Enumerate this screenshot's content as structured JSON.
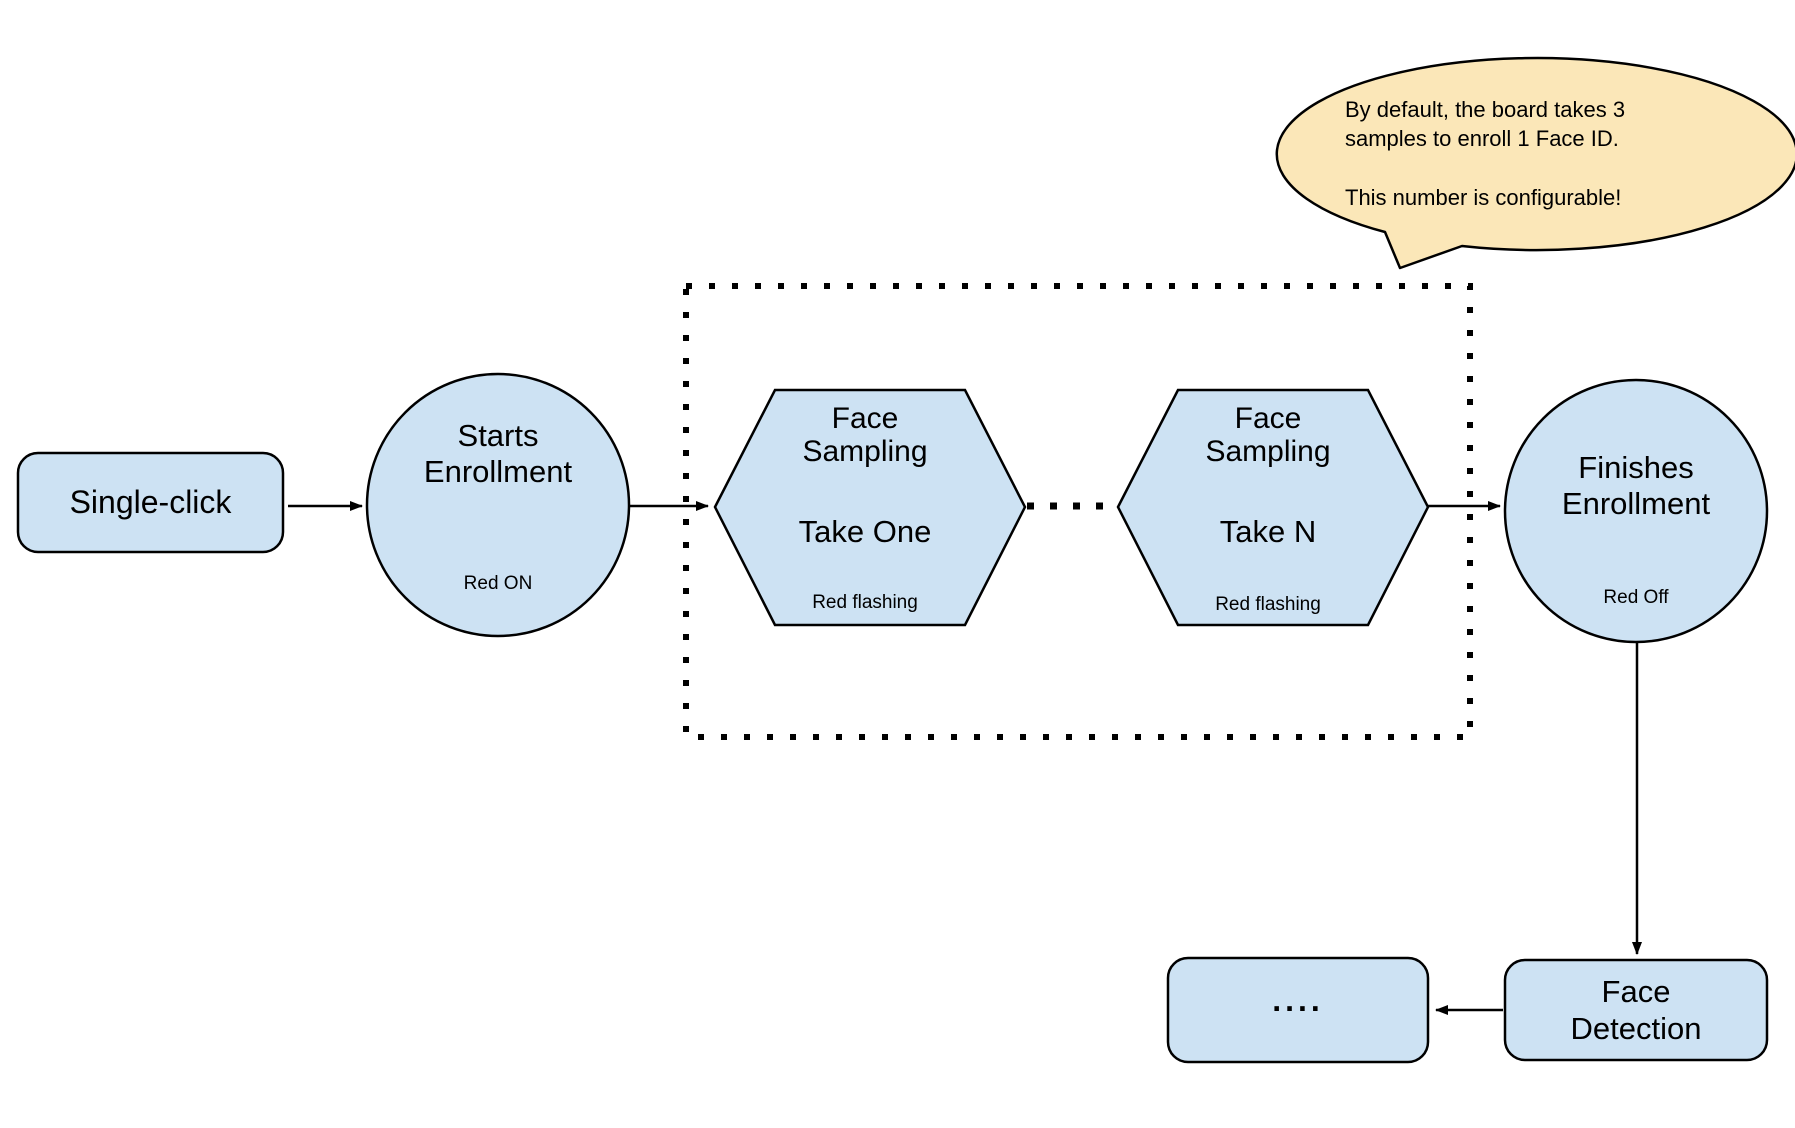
{
  "colors": {
    "background": "#ffffff",
    "node_fill": "#CDE2F3",
    "node_stroke": "#000000",
    "bubble_fill": "#FBE7B8",
    "connector_color": "#000000",
    "text_color": "#000000"
  },
  "callout": {
    "line1": "By default, the board takes 3",
    "line2": "samples to enroll 1 Face ID.",
    "line3": "This number is configurable!"
  },
  "nodes": {
    "single_click": {
      "label": "Single-click"
    },
    "starts_enrollment": {
      "title": "Starts\nEnrollment",
      "status": "Red ON"
    },
    "sampling_one": {
      "title": "Face\nSampling",
      "take": "Take One",
      "status": "Red flashing"
    },
    "sampling_n": {
      "title": "Face\nSampling",
      "take": "Take N",
      "status": "Red flashing"
    },
    "finishes_enrollment": {
      "title": "Finishes\nEnrollment",
      "status": "Red Off"
    },
    "face_detection": {
      "label": "Face\nDetection"
    },
    "continuation": {
      "label": "...."
    }
  }
}
